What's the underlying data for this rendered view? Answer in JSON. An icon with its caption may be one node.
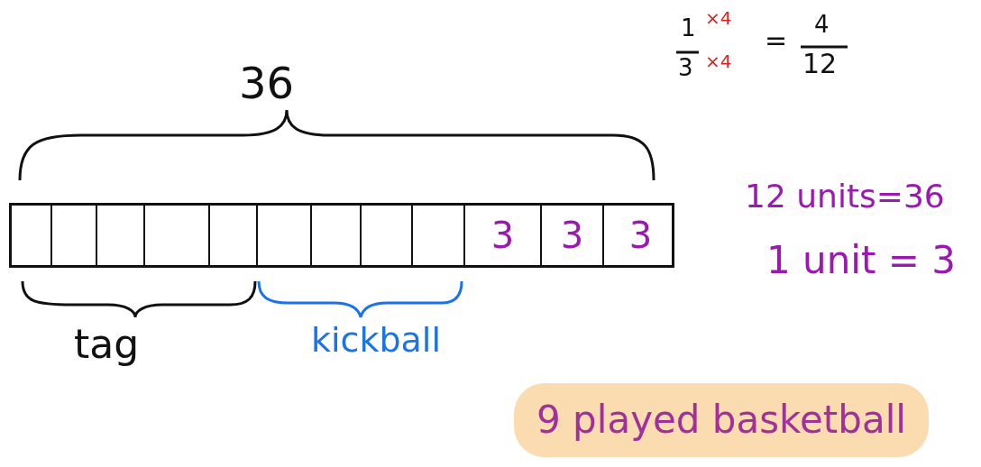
{
  "diagram": {
    "nodes": [
      {
        "text": [],
        "shape": "bar"
      },
      {
        "text": [],
        "shape": "box",
        "in": 0
      },
      {
        "text": [],
        "shape": "box",
        "in": 0
      },
      {
        "text": [],
        "shape": "box",
        "in": 0
      },
      {
        "text": [],
        "shape": "box",
        "in": 0
      },
      {
        "text": [],
        "shape": "box",
        "in": 0
      },
      {
        "text": [],
        "shape": "box",
        "in": 0
      },
      {
        "text": [],
        "shape": "box",
        "in": 0
      },
      {
        "text": [],
        "shape": "box",
        "in": 0
      },
      {
        "text": [],
        "shape": "box",
        "in": 0
      },
      {
        "text": [
          "3"
        ],
        "in": 0
      },
      {
        "text": [
          "3"
        ],
        "in": 0
      },
      {
        "text": [
          "3"
        ],
        "in": 0
      },
      {
        "text": [
          "9 played basketball"
        ]
      }
    ],
    "labels": [
      "1",
      "×4",
      "3",
      "×4",
      "=",
      "4",
      "12",
      "36",
      "12 units=36",
      "1 unit = 3",
      "tag",
      "kickball"
    ]
  }
}
